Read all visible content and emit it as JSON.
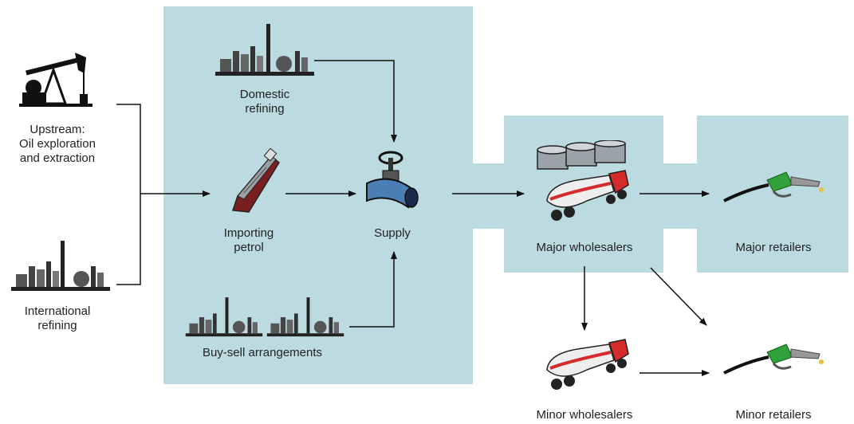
{
  "colors": {
    "panel": "#bcdbe0",
    "arrow": "#111111",
    "truck_red": "#d62b2b",
    "nozzle_green": "#2fa23a",
    "tank_grey": "#9aa3a8"
  },
  "labels": {
    "upstream": [
      "Upstream:",
      "Oil exploration",
      "and extraction"
    ],
    "international_refining": [
      "International",
      "refining"
    ],
    "domestic_refining": [
      "Domestic",
      "refining"
    ],
    "importing_petrol": [
      "Importing",
      "petrol"
    ],
    "buy_sell": "Buy-sell arrangements",
    "supply": "Supply",
    "major_wholesalers": "Major wholesalers",
    "major_retailers": "Major retailers",
    "minor_wholesalers": "Minor wholesalers",
    "minor_retailers": "Minor retailers"
  },
  "icons": {
    "oil_pump": "oil-pump-icon",
    "refinery": "refinery-icon",
    "tanker_ship": "tanker-ship-icon",
    "valve": "pipeline-valve-icon",
    "storage_tanks": "storage-tanks-icon",
    "tanker_truck": "tanker-truck-icon",
    "fuel_nozzle": "fuel-nozzle-icon"
  }
}
